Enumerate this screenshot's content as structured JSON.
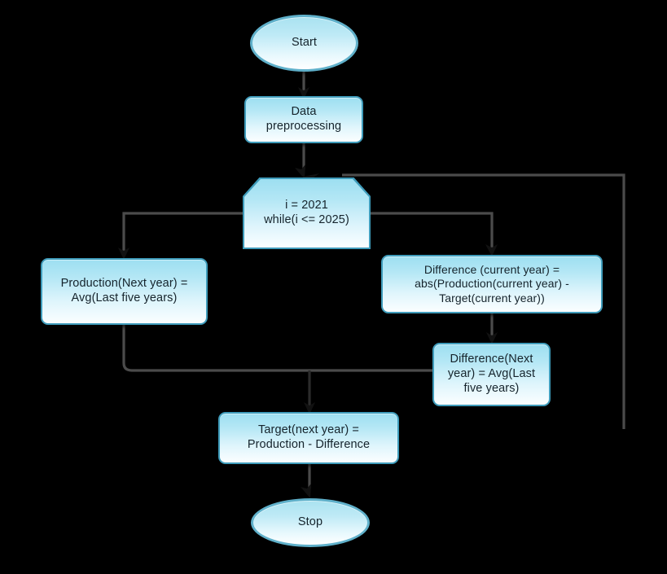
{
  "diagram": {
    "title": "Production and Target Forecasting Flowchart",
    "background_color": "#000000",
    "node_fill_top": "#9ddff1",
    "node_fill_bottom": "#fbfeff",
    "node_border_color": "#3f9cbb",
    "connector_color": "#4b4b4b",
    "text_color": "#16242c"
  },
  "nodes": {
    "start": {
      "label": "Start",
      "shape": "terminator"
    },
    "data_preprocessing": {
      "label": "Data\npreprocessing",
      "shape": "process"
    },
    "loop": {
      "label": "i = 2021\nwhile(i <= 2025)",
      "shape": "loop-limit"
    },
    "production_next_year": {
      "label": "Production(Next year) =\nAvg(Last five years)",
      "shape": "process"
    },
    "difference_current_year": {
      "label": "Difference (current year) =\nabs(Production(current year) -\nTarget(current year))",
      "shape": "process"
    },
    "difference_next_year": {
      "label": "Difference(Next\nyear) = Avg(Last\nfive years)",
      "shape": "process"
    },
    "target_next_year": {
      "label": "Target(next year) =\nProduction - Difference",
      "shape": "process"
    },
    "stop": {
      "label": "Stop",
      "shape": "terminator"
    }
  },
  "edges": [
    {
      "from": "start",
      "to": "data_preprocessing",
      "type": "straight-down"
    },
    {
      "from": "data_preprocessing",
      "to": "loop",
      "type": "straight-down"
    },
    {
      "from": "loop",
      "to": "production_next_year",
      "type": "left-branch"
    },
    {
      "from": "loop",
      "to": "difference_current_year",
      "type": "right-branch"
    },
    {
      "from": "difference_current_year",
      "to": "difference_next_year",
      "type": "straight-down"
    },
    {
      "from": "production_next_year",
      "to": "target_next_year",
      "type": "merge-down"
    },
    {
      "from": "difference_next_year",
      "to": "target_next_year",
      "type": "merge-down"
    },
    {
      "from": "target_next_year",
      "to": "stop",
      "type": "straight-down"
    },
    {
      "from": "loop_back",
      "to": "loop",
      "type": "loop-return-right"
    }
  ]
}
